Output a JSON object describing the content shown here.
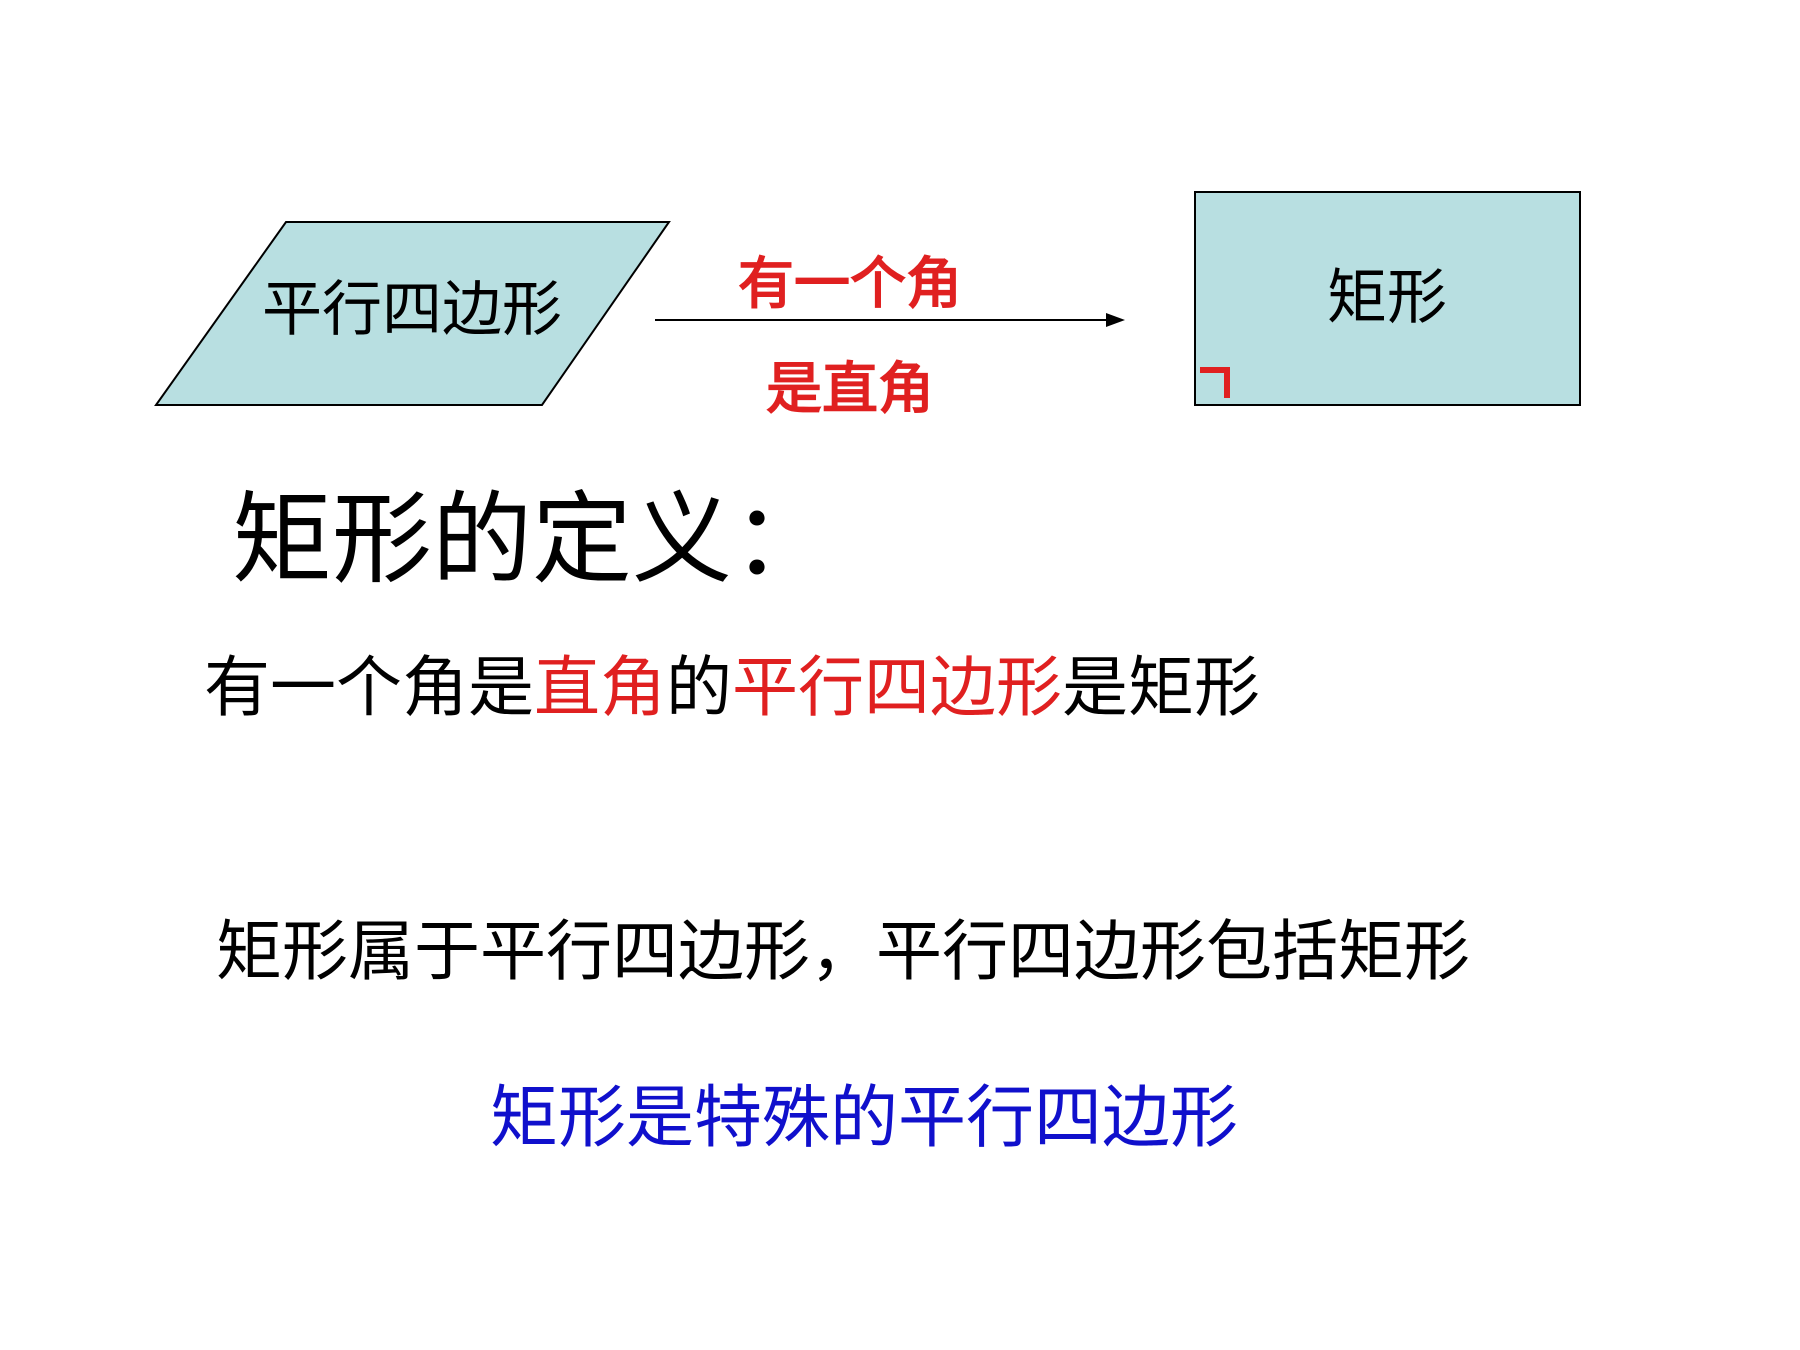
{
  "colors": {
    "shape_fill": "#b8dfe1",
    "outline": "#000000",
    "red": "#e02020",
    "blue": "#1010cc"
  },
  "diagram": {
    "parallelogram_label": "平行四边形",
    "arrow_label_top": "有一个角",
    "arrow_label_bottom": "是直角",
    "rectangle_label": "矩形"
  },
  "definition": {
    "title": "矩形的定义：",
    "parts": [
      {
        "text": "有一个角是",
        "color": "black"
      },
      {
        "text": "直角",
        "color": "red"
      },
      {
        "text": "的",
        "color": "black"
      },
      {
        "text": "平行四边形",
        "color": "red"
      },
      {
        "text": "是矩形",
        "color": "black"
      }
    ]
  },
  "relation": "矩形属于平行四边形，平行四边形包括矩形",
  "conclusion": "矩形是特殊的平行四边形"
}
